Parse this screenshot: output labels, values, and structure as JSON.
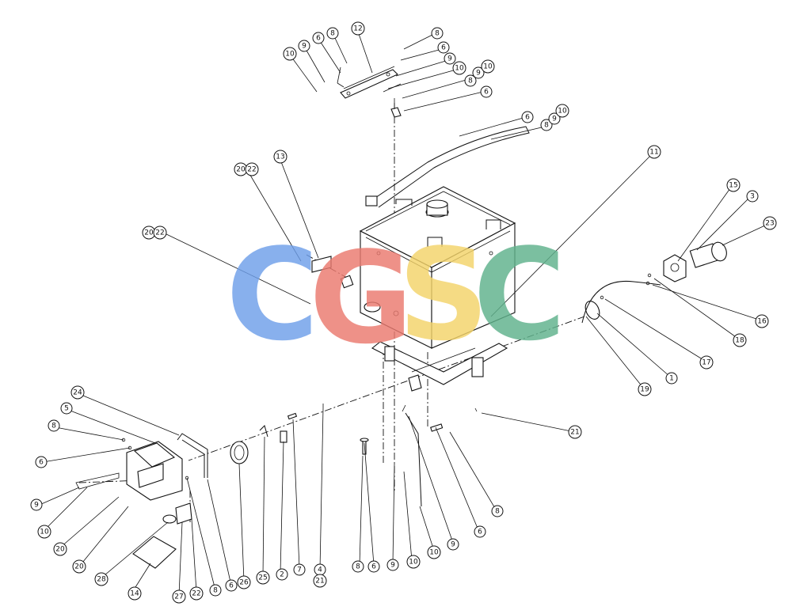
{
  "watermark": {
    "letters": [
      "C",
      "G",
      "S",
      "C"
    ],
    "colors": [
      "#6E9FEA",
      "#EB7A6F",
      "#F4D46A",
      "#5FB28C"
    ]
  },
  "callouts": [
    "1",
    "2",
    "3",
    "4",
    "5",
    "6",
    "7",
    "8",
    "9",
    "10",
    "11",
    "12",
    "13",
    "14",
    "15",
    "16",
    "17",
    "18",
    "19",
    "20",
    "21",
    "22",
    "23",
    "24",
    "25",
    "26",
    "27",
    "28",
    "20 22",
    "8 9 10"
  ],
  "colors": {
    "ink": "#111111",
    "paper": "#ffffff"
  }
}
